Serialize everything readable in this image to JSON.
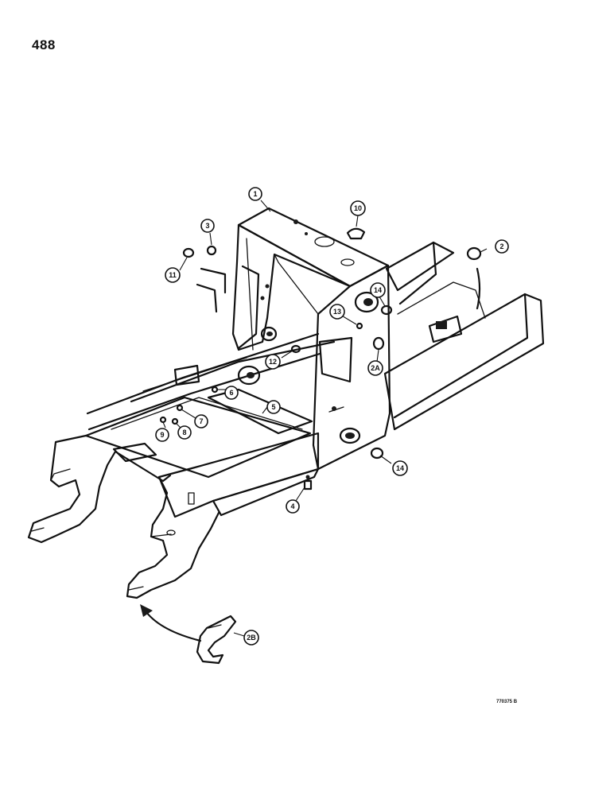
{
  "page": {
    "number": "488",
    "figure_code": "770375 B"
  },
  "callouts": [
    {
      "label": "1"
    },
    {
      "label": "2"
    },
    {
      "label": "3"
    },
    {
      "label": "10"
    },
    {
      "label": "11"
    },
    {
      "label": "14"
    },
    {
      "label": "13"
    },
    {
      "label": "2A"
    },
    {
      "label": "12"
    },
    {
      "label": "6"
    },
    {
      "label": "5"
    },
    {
      "label": "7"
    },
    {
      "label": "9"
    },
    {
      "label": "8"
    },
    {
      "label": "14"
    },
    {
      "label": "4"
    },
    {
      "label": "2B"
    }
  ]
}
